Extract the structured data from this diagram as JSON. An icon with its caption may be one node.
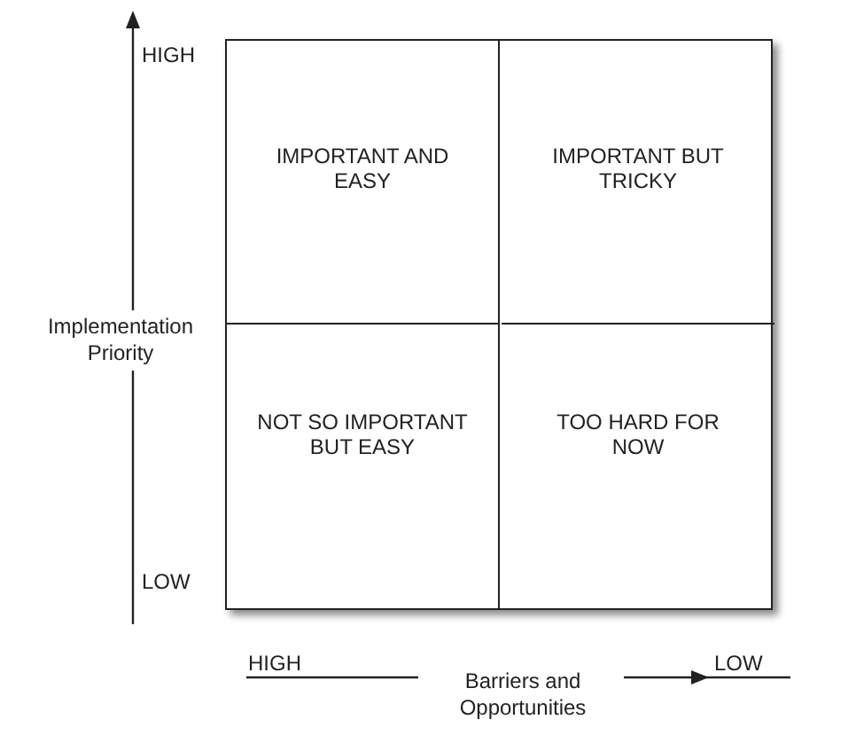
{
  "diagram": {
    "nodes": [
      {
        "text": [
          "IMPORTANT AND EASY"
        ]
      },
      {
        "text": [
          "IMPORTANT BUT TRICKY"
        ]
      },
      {
        "text": [
          "NOT SO IMPORTANT BUT EASY"
        ]
      },
      {
        "text": [
          "TOO HARD FOR NOW"
        ]
      }
    ],
    "labels": [
      "HIGH",
      "LOW",
      "Implementation Priority",
      "HIGH",
      "Barriers and Opportunities",
      "LOW"
    ]
  }
}
